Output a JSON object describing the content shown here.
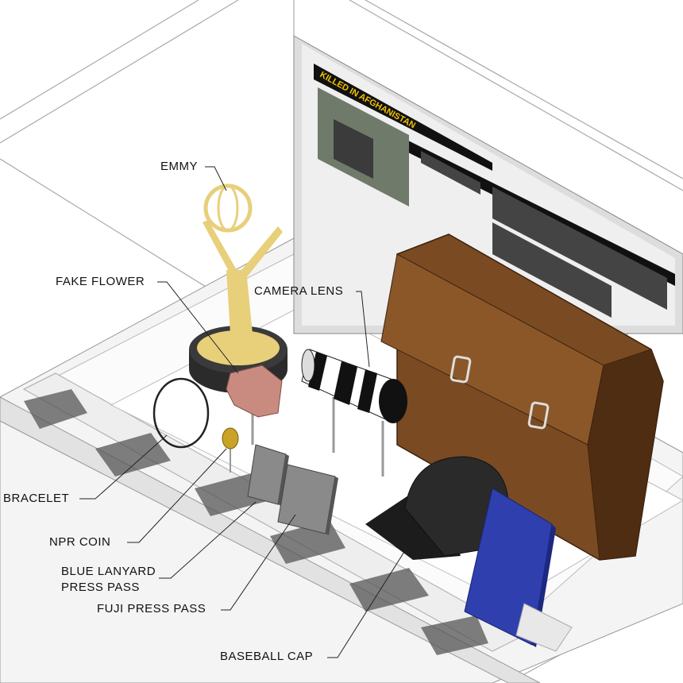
{
  "panel": {
    "headline": "KILLED IN AFGHANISTAN"
  },
  "labels": {
    "emmy": "EMMY",
    "fake_flower": "FAKE FLOWER",
    "camera_lens": "CAMERA LENS",
    "bracelet": "BRACELET",
    "npr_coin": "NPR COIN",
    "blue_lanyard_line1": "BLUE LANYARD",
    "blue_lanyard_line2": "PRESS PASS",
    "fuji_press_pass": "FUJI PRESS PASS",
    "baseball_cap": "BASEBALL CAP"
  },
  "colors": {
    "bag": "#7a4a22",
    "bag_dark": "#4f2d12",
    "emmy_gold": "#e8cf7a",
    "base_dark": "#2b2b2b",
    "flower": "#c98a80",
    "cap": "#2a2a2a",
    "blue_pass": "#2f3fae",
    "gray_pass": "#8a8a8a",
    "coin": "#c9a227"
  }
}
